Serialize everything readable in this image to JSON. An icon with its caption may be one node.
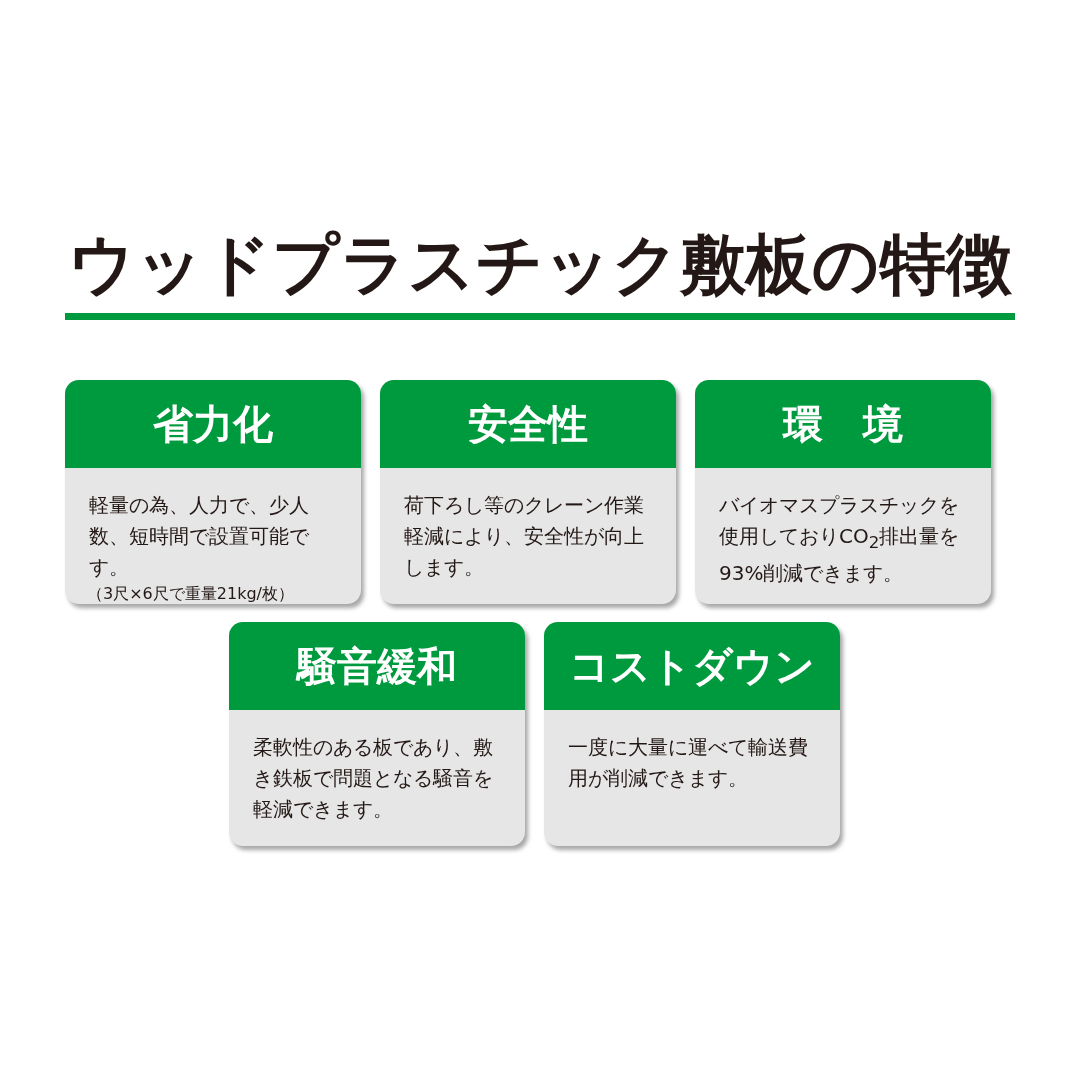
{
  "diagram": {
    "title": "ウッドプラスチック敷板の特徴",
    "nodes": [
      {
        "text": [
          "省力化",
          "軽量の為、人力で、少人数、短時間で設置可能です。",
          "（3尺×6尺で重量21kg/枚）"
        ]
      },
      {
        "text": [
          "安全性",
          "荷下ろし等のクレーン作業軽減により、安全性が向上します。"
        ]
      },
      {
        "text": [
          "環　境",
          "バイオマスプラスチックを使用しておりCO$_{2}$排出量を93%削減できます。"
        ]
      },
      {
        "text": [
          "騒音緩和",
          "柔軟性のある板であり、敷き鉄板で問題となる騒音を軽減できます。"
        ]
      },
      {
        "text": [
          "コストダウン",
          "一度に大量に運べて輸送費用が削減できます。"
        ]
      }
    ]
  }
}
